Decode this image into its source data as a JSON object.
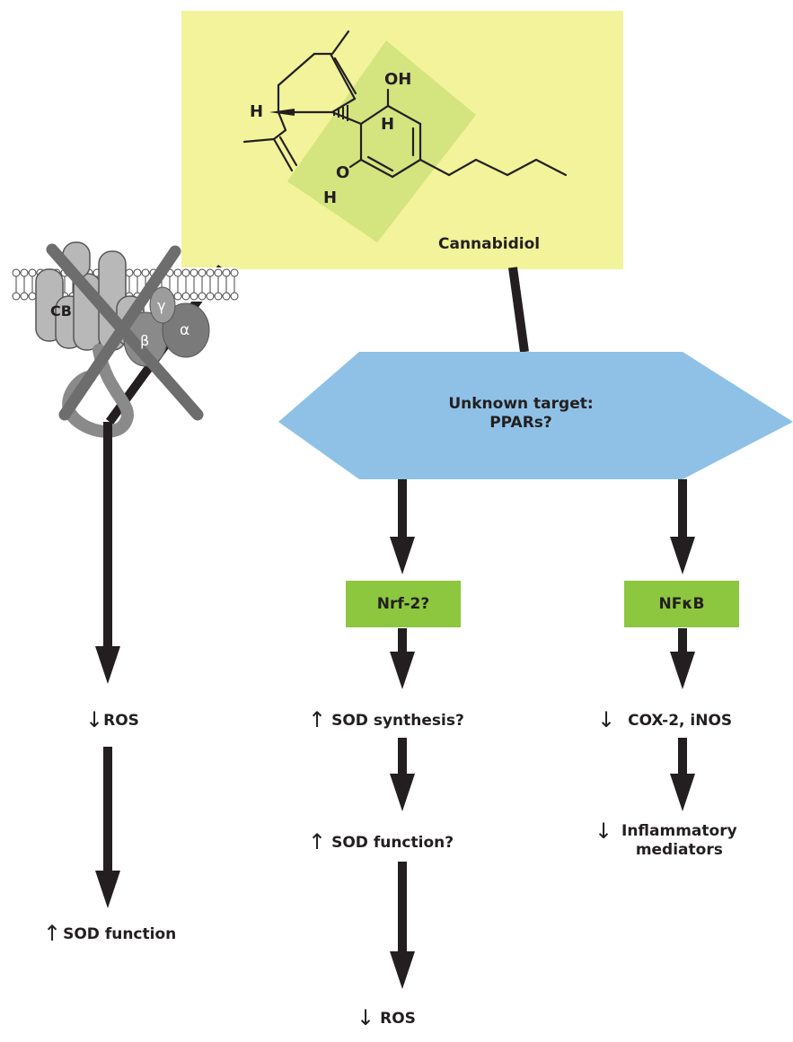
{
  "molecule": {
    "name": "Cannabidiol",
    "atoms": {
      "oh_top": "OH",
      "h_ring": "H",
      "o_bottom": "O",
      "h_bottom": "H",
      "h_stereo": "H"
    }
  },
  "receptor": {
    "cb_label": "CB",
    "gamma": "γ",
    "beta": "β",
    "alpha": "α"
  },
  "target": {
    "line1": "Unknown target:",
    "line2": "PPARs?"
  },
  "nrf2": {
    "label": "Nrf-2?"
  },
  "nfkb": {
    "label": "NFκB"
  },
  "left_path": {
    "ros": {
      "arrow": "↓",
      "text": "ROS"
    },
    "sod": {
      "arrow": "↑",
      "text": "SOD function"
    }
  },
  "middle_path": {
    "sod_synthesis": {
      "arrow": "↑",
      "text": "SOD synthesis?"
    },
    "sod_function": {
      "arrow": "↑",
      "text": "SOD function?"
    },
    "ros": {
      "arrow": "↓",
      "text": "ROS"
    }
  },
  "right_path": {
    "cox": {
      "arrow": "↓",
      "text": "COX-2, iNOS"
    },
    "inflam": {
      "arrow": "↓",
      "line1": "Inflammatory",
      "line2": "mediators"
    }
  },
  "colors": {
    "molecule_box": "#f2f39a",
    "molecule_highlight": "#cfe07a",
    "target_hexagon": "#8fc1e6",
    "green_box": "#8dc63f",
    "connector": "#231f20",
    "receptor_light": "#b8b8b8",
    "receptor_dark": "#8a8a8a",
    "cross": "#6d6d6d"
  }
}
